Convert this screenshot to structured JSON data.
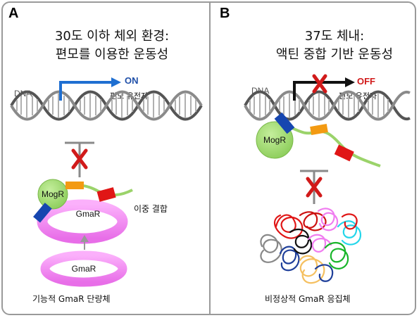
{
  "panel_a": {
    "letter": "A",
    "heading_line1": "30도 이하 체외 환경:",
    "heading_line2": "편모를 이용한 운동성",
    "dna_label": "DNA",
    "promoter_state": "ON",
    "gene_label": "편모 유전자",
    "mogr_label": "MogR",
    "gmar_label": "GmaR",
    "gmar_monomer_label": "GmaR",
    "binding_label": "이중 결합",
    "caption": "기능적 GmaR 단량체",
    "block_mark": "X"
  },
  "panel_b": {
    "letter": "B",
    "heading_line1": "37도 체내:",
    "heading_line2": "액틴 중합 기반 운동성",
    "dna_label": "DNA",
    "promoter_state": "OFF",
    "gene_label": "편모 유전자",
    "mogr_label": "MogR",
    "caption": "비정상적 GmaR 응집체",
    "block_mark_promoter": "X",
    "block_mark_link": "X"
  },
  "colors": {
    "border": "#9a9a9a",
    "on_arrow": "#1f6fd1",
    "off_text": "#d11a1a",
    "block_x": "#d11a1a",
    "mogr_fill": "#9bd36a",
    "gmar_fill": "#f07cf0",
    "blue_domain": "#1646b0",
    "orange_domain": "#f39a12",
    "red_domain": "#e01616",
    "linker": "#9bd36a"
  }
}
